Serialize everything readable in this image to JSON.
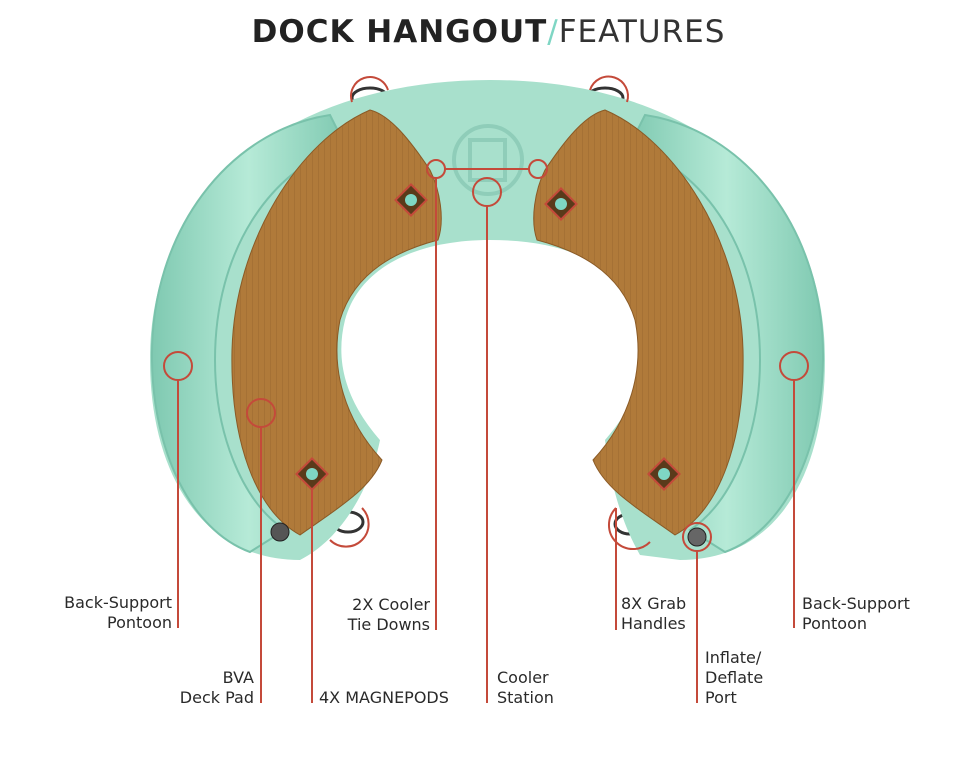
{
  "title": {
    "bold": "DOCK HANGOUT",
    "slash": "/",
    "light": "FEATURES"
  },
  "colors": {
    "pontoon": "#a8e0cc",
    "pontoon_shade": "#6fbfa6",
    "deck": "#b07a3a",
    "deck_dark": "#8a5a26",
    "callout": "#c44a3a"
  },
  "labels": {
    "back_support_left": [
      "Back-Support",
      "Pontoon"
    ],
    "bva_deck_pad": [
      "BVA",
      "Deck Pad"
    ],
    "magnepods": [
      "4X MAGNEPODS"
    ],
    "cooler_tie_downs": [
      "2X Cooler",
      "Tie Downs"
    ],
    "cooler_station": [
      "Cooler",
      "Station"
    ],
    "grab_handles": [
      "8X Grab",
      "Handles"
    ],
    "inflate_port": [
      "Inflate/",
      "Deflate",
      "Port"
    ],
    "back_support_right": [
      "Back-Support",
      "Pontoon"
    ]
  }
}
